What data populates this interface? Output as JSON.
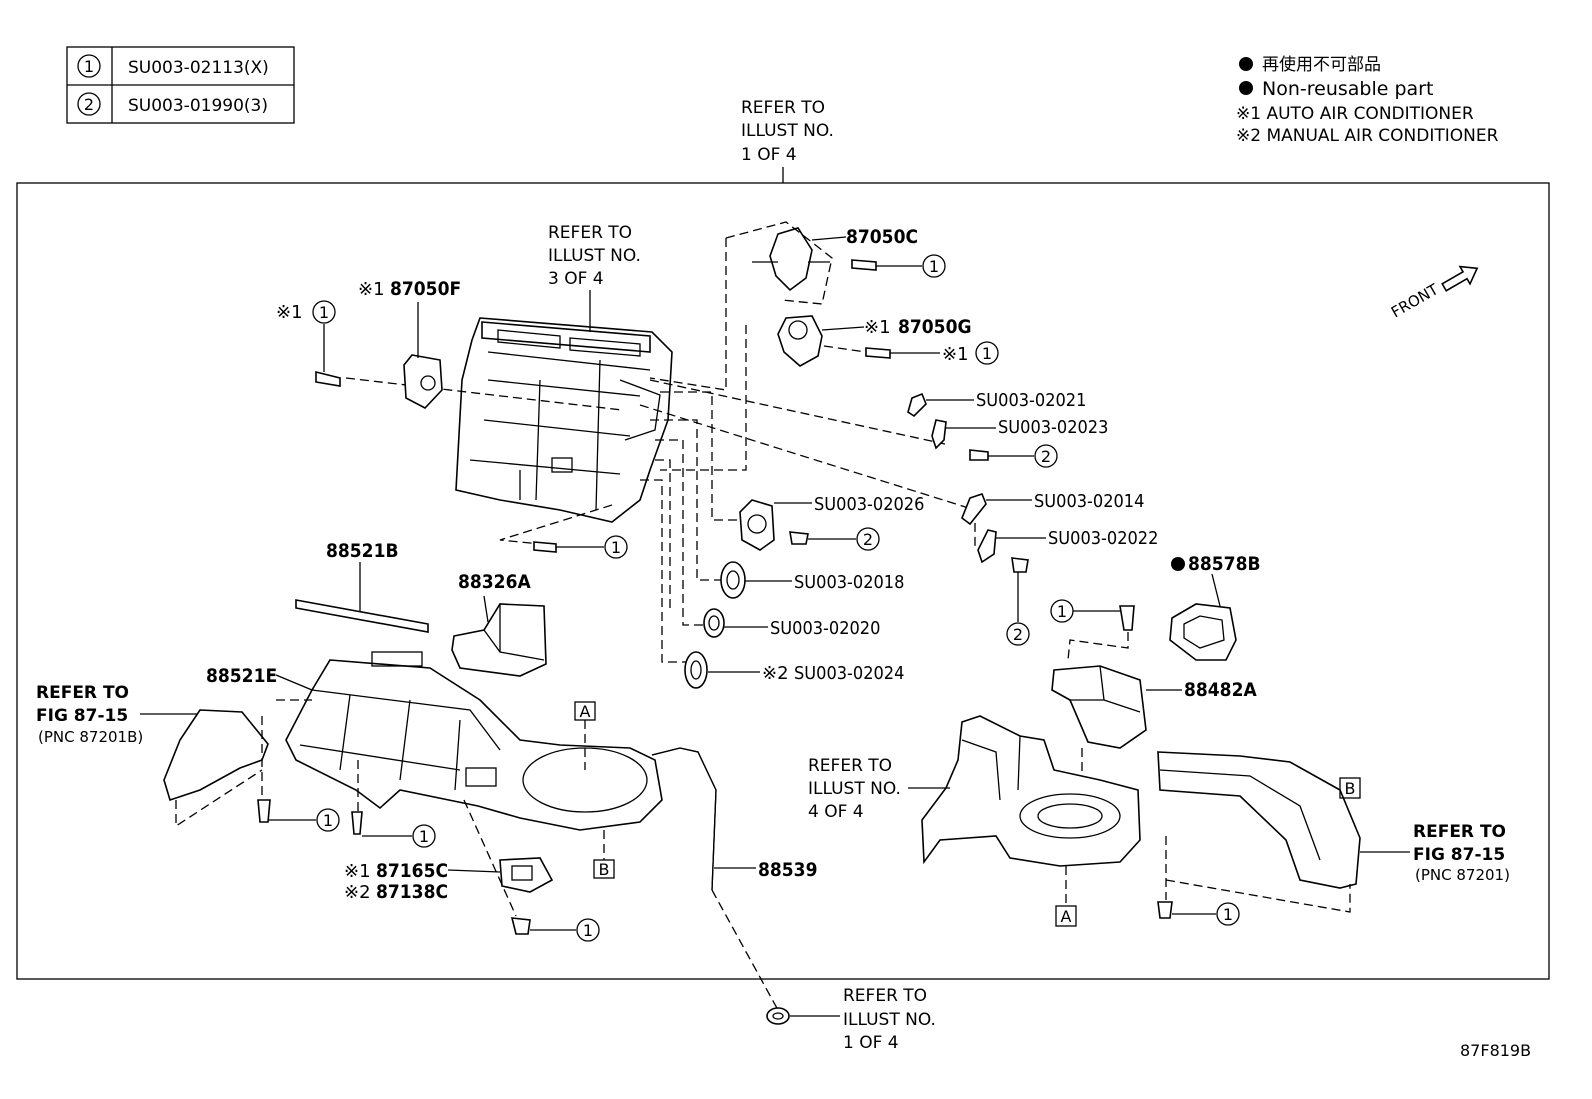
{
  "legend_table": [
    {
      "num": "1",
      "code": "SU003-02113(X)"
    },
    {
      "num": "2",
      "code": "SU003-01990(3)"
    }
  ],
  "legend": {
    "jp": "再使用不可部品",
    "non_reusable": "Non-reusable part",
    "note1": "※1 AUTO AIR CONDITIONER",
    "note2": "※2 MANUAL AIR CONDITIONER"
  },
  "front_label": "FRONT",
  "diagram_id": "87F819B",
  "refs": {
    "top": [
      "REFER TO",
      "ILLUST NO.",
      "1 OF 4"
    ],
    "illust3": [
      "REFER TO",
      "ILLUST NO.",
      "3 OF 4"
    ],
    "illust4": [
      "REFER TO",
      "ILLUST NO.",
      "4 OF 4"
    ],
    "bottom": [
      "REFER TO",
      "ILLUST NO.",
      "1 OF 4"
    ],
    "fig_left": [
      "REFER TO",
      "FIG 87-15",
      "(PNC 87201B)"
    ],
    "fig_right": [
      "REFER TO",
      "FIG 87-15",
      "(PNC 87201)"
    ]
  },
  "parts": {
    "p87050C": "87050C",
    "p87050G": "87050G",
    "p87050F": "87050F",
    "p02021": "SU003-02021",
    "p02023": "SU003-02023",
    "p02014": "SU003-02014",
    "p02022": "SU003-02022",
    "p02026": "SU003-02026",
    "p02018": "SU003-02018",
    "p02020": "SU003-02020",
    "p02024": "SU003-02024",
    "p88578B": "88578B",
    "p88482A": "88482A",
    "p88521B": "88521B",
    "p88326A": "88326A",
    "p88521E": "88521E",
    "p87165C": "87165C",
    "p87138C": "87138C",
    "p88539": "88539"
  },
  "marks": {
    "m1": "※1",
    "m2": "※2",
    "circle1": "1",
    "circle2": "2",
    "boxA": "A",
    "boxB": "B"
  }
}
